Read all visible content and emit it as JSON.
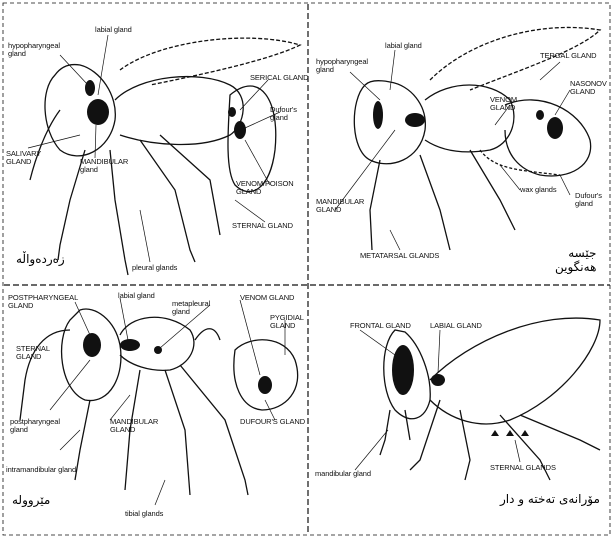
{
  "panels": [
    {
      "caption": "زەردەواڵە",
      "labels": [
        "labial gland",
        "hypopharyngeal\ngland",
        "SERICAL GLAND",
        "Dufour's\ngland",
        "SALIVARY\nGLAND",
        "MANDIBULAR\ngland",
        "VENOM/POISON\nGLAND",
        "STERNAL GLAND",
        "pleural glands"
      ]
    },
    {
      "caption": "جێسە\nهەنگوین",
      "labels": [
        "labial gland",
        "hypopharyngeal\ngland",
        "TERGAL GLAND",
        "NASONOV\nGLAND",
        "VENOM\nGLAND",
        "MANDIBULAR\nGLAND",
        "wax glands",
        "Dufour's\ngland",
        "METATARSAL GLANDS"
      ]
    },
    {
      "caption": "مێرووله",
      "labels": [
        "POSTPHARYNGEAL\nGLAND",
        "labial gland",
        "metapleural\ngland",
        "VENOM GLAND",
        "PYGIDIAL\nGLAND",
        "STERNAL\nGLAND",
        "postpharyngeal\ngland",
        "MANDIBULAR\nGLAND",
        "intramandibular gland",
        "DUFOUR'S GLAND",
        "tibial glands"
      ]
    },
    {
      "caption": "مۆرانەی تەختە و دار",
      "labels": [
        "FRONTAL GLAND",
        "LABIAL GLAND",
        "mandibular gland",
        "STERNAL GLANDS"
      ]
    }
  ]
}
